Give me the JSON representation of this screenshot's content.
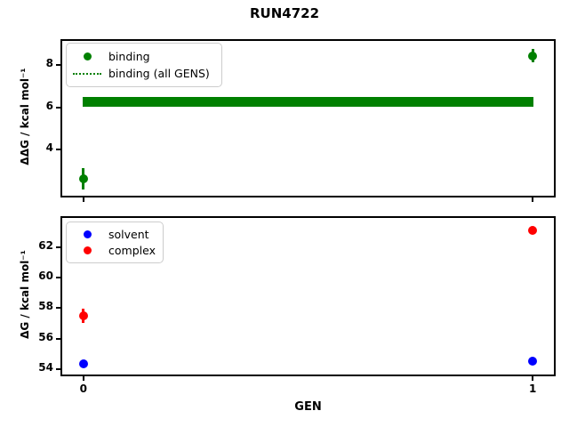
{
  "title": "RUN4722",
  "chart_data": [
    {
      "name": "binding-panel",
      "type": "scatter",
      "ylabel": "ΔΔG / kcal mol⁻¹",
      "xlabel": "",
      "ylim": [
        1.8,
        9.15
      ],
      "xlim": [
        -0.047,
        1.047
      ],
      "grid": false,
      "yticks": [
        {
          "v": 4,
          "label": "4"
        },
        {
          "v": 6,
          "label": "6"
        },
        {
          "v": 8,
          "label": "8"
        }
      ],
      "xticks": [
        {
          "v": 0,
          "label": ""
        },
        {
          "v": 1,
          "label": ""
        }
      ],
      "series": [
        {
          "name": "binding",
          "color": "#008000",
          "marker": "circle",
          "x": [
            0,
            1
          ],
          "y": [
            2.6,
            8.45
          ],
          "yerr": [
            0.5,
            0.3
          ]
        }
      ],
      "band": {
        "name": "binding (all GENS)",
        "color": "#008000",
        "x0": 0,
        "x1": 1,
        "ymin": 6.04,
        "ymax": 6.5
      },
      "legend": {
        "position": "upper left",
        "items": [
          {
            "label": "binding",
            "marker": "dot",
            "color": "#008000"
          },
          {
            "label": "binding (all GENS)",
            "marker": "dotted-line",
            "color": "#008000"
          }
        ]
      }
    },
    {
      "name": "free-energy-panel",
      "type": "scatter",
      "ylabel": "ΔG / kcal mol⁻¹",
      "xlabel": "GEN",
      "ylim": [
        53.65,
        63.9
      ],
      "xlim": [
        -0.047,
        1.047
      ],
      "grid": false,
      "yticks": [
        {
          "v": 54,
          "label": "54"
        },
        {
          "v": 56,
          "label": "56"
        },
        {
          "v": 58,
          "label": "58"
        },
        {
          "v": 60,
          "label": "60"
        },
        {
          "v": 62,
          "label": "62"
        }
      ],
      "xticks": [
        {
          "v": 0,
          "label": "0"
        },
        {
          "v": 1,
          "label": "1"
        }
      ],
      "series": [
        {
          "name": "solvent",
          "color": "#0000ff",
          "marker": "circle",
          "x": [
            0,
            1
          ],
          "y": [
            54.35,
            54.5
          ],
          "yerr": [
            0,
            0
          ]
        },
        {
          "name": "complex",
          "color": "#ff0000",
          "marker": "circle",
          "x": [
            0,
            1
          ],
          "y": [
            57.5,
            63.1
          ],
          "yerr": [
            0.45,
            0
          ]
        }
      ],
      "legend": {
        "position": "upper left",
        "items": [
          {
            "label": "solvent",
            "marker": "dot",
            "color": "#0000ff"
          },
          {
            "label": "complex",
            "marker": "dot",
            "color": "#ff0000"
          }
        ]
      }
    }
  ]
}
